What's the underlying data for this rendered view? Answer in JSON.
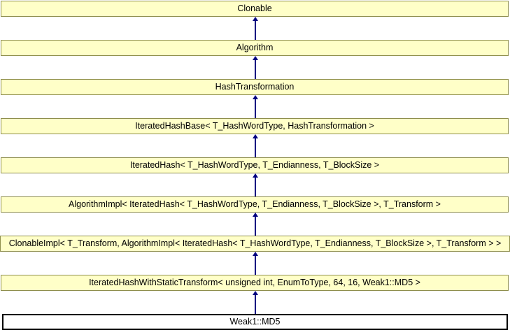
{
  "diagram": {
    "kind": "class-inheritance-diagram",
    "nodes": [
      {
        "label": "Clonable"
      },
      {
        "label": "Algorithm"
      },
      {
        "label": "HashTransformation"
      },
      {
        "label": "IteratedHashBase< T_HashWordType, HashTransformation >"
      },
      {
        "label": "IteratedHash< T_HashWordType, T_Endianness, T_BlockSize >"
      },
      {
        "label": "AlgorithmImpl< IteratedHash< T_HashWordType, T_Endianness, T_BlockSize >, T_Transform >"
      },
      {
        "label": "ClonableImpl< T_Transform, AlgorithmImpl< IteratedHash< T_HashWordType, T_Endianness, T_BlockSize >, T_Transform > >"
      },
      {
        "label": "IteratedHashWithStaticTransform< unsigned int, EnumToType, 64, 16, Weak1::MD5 >"
      },
      {
        "label": "Weak1::MD5",
        "current": true
      }
    ],
    "colors": {
      "node-fill": "#ffffc8",
      "node-border": "#8e8e4d",
      "arrow": "#000080",
      "current-fill": "#ffffff",
      "current-border": "#000000",
      "text": "#000000"
    }
  }
}
